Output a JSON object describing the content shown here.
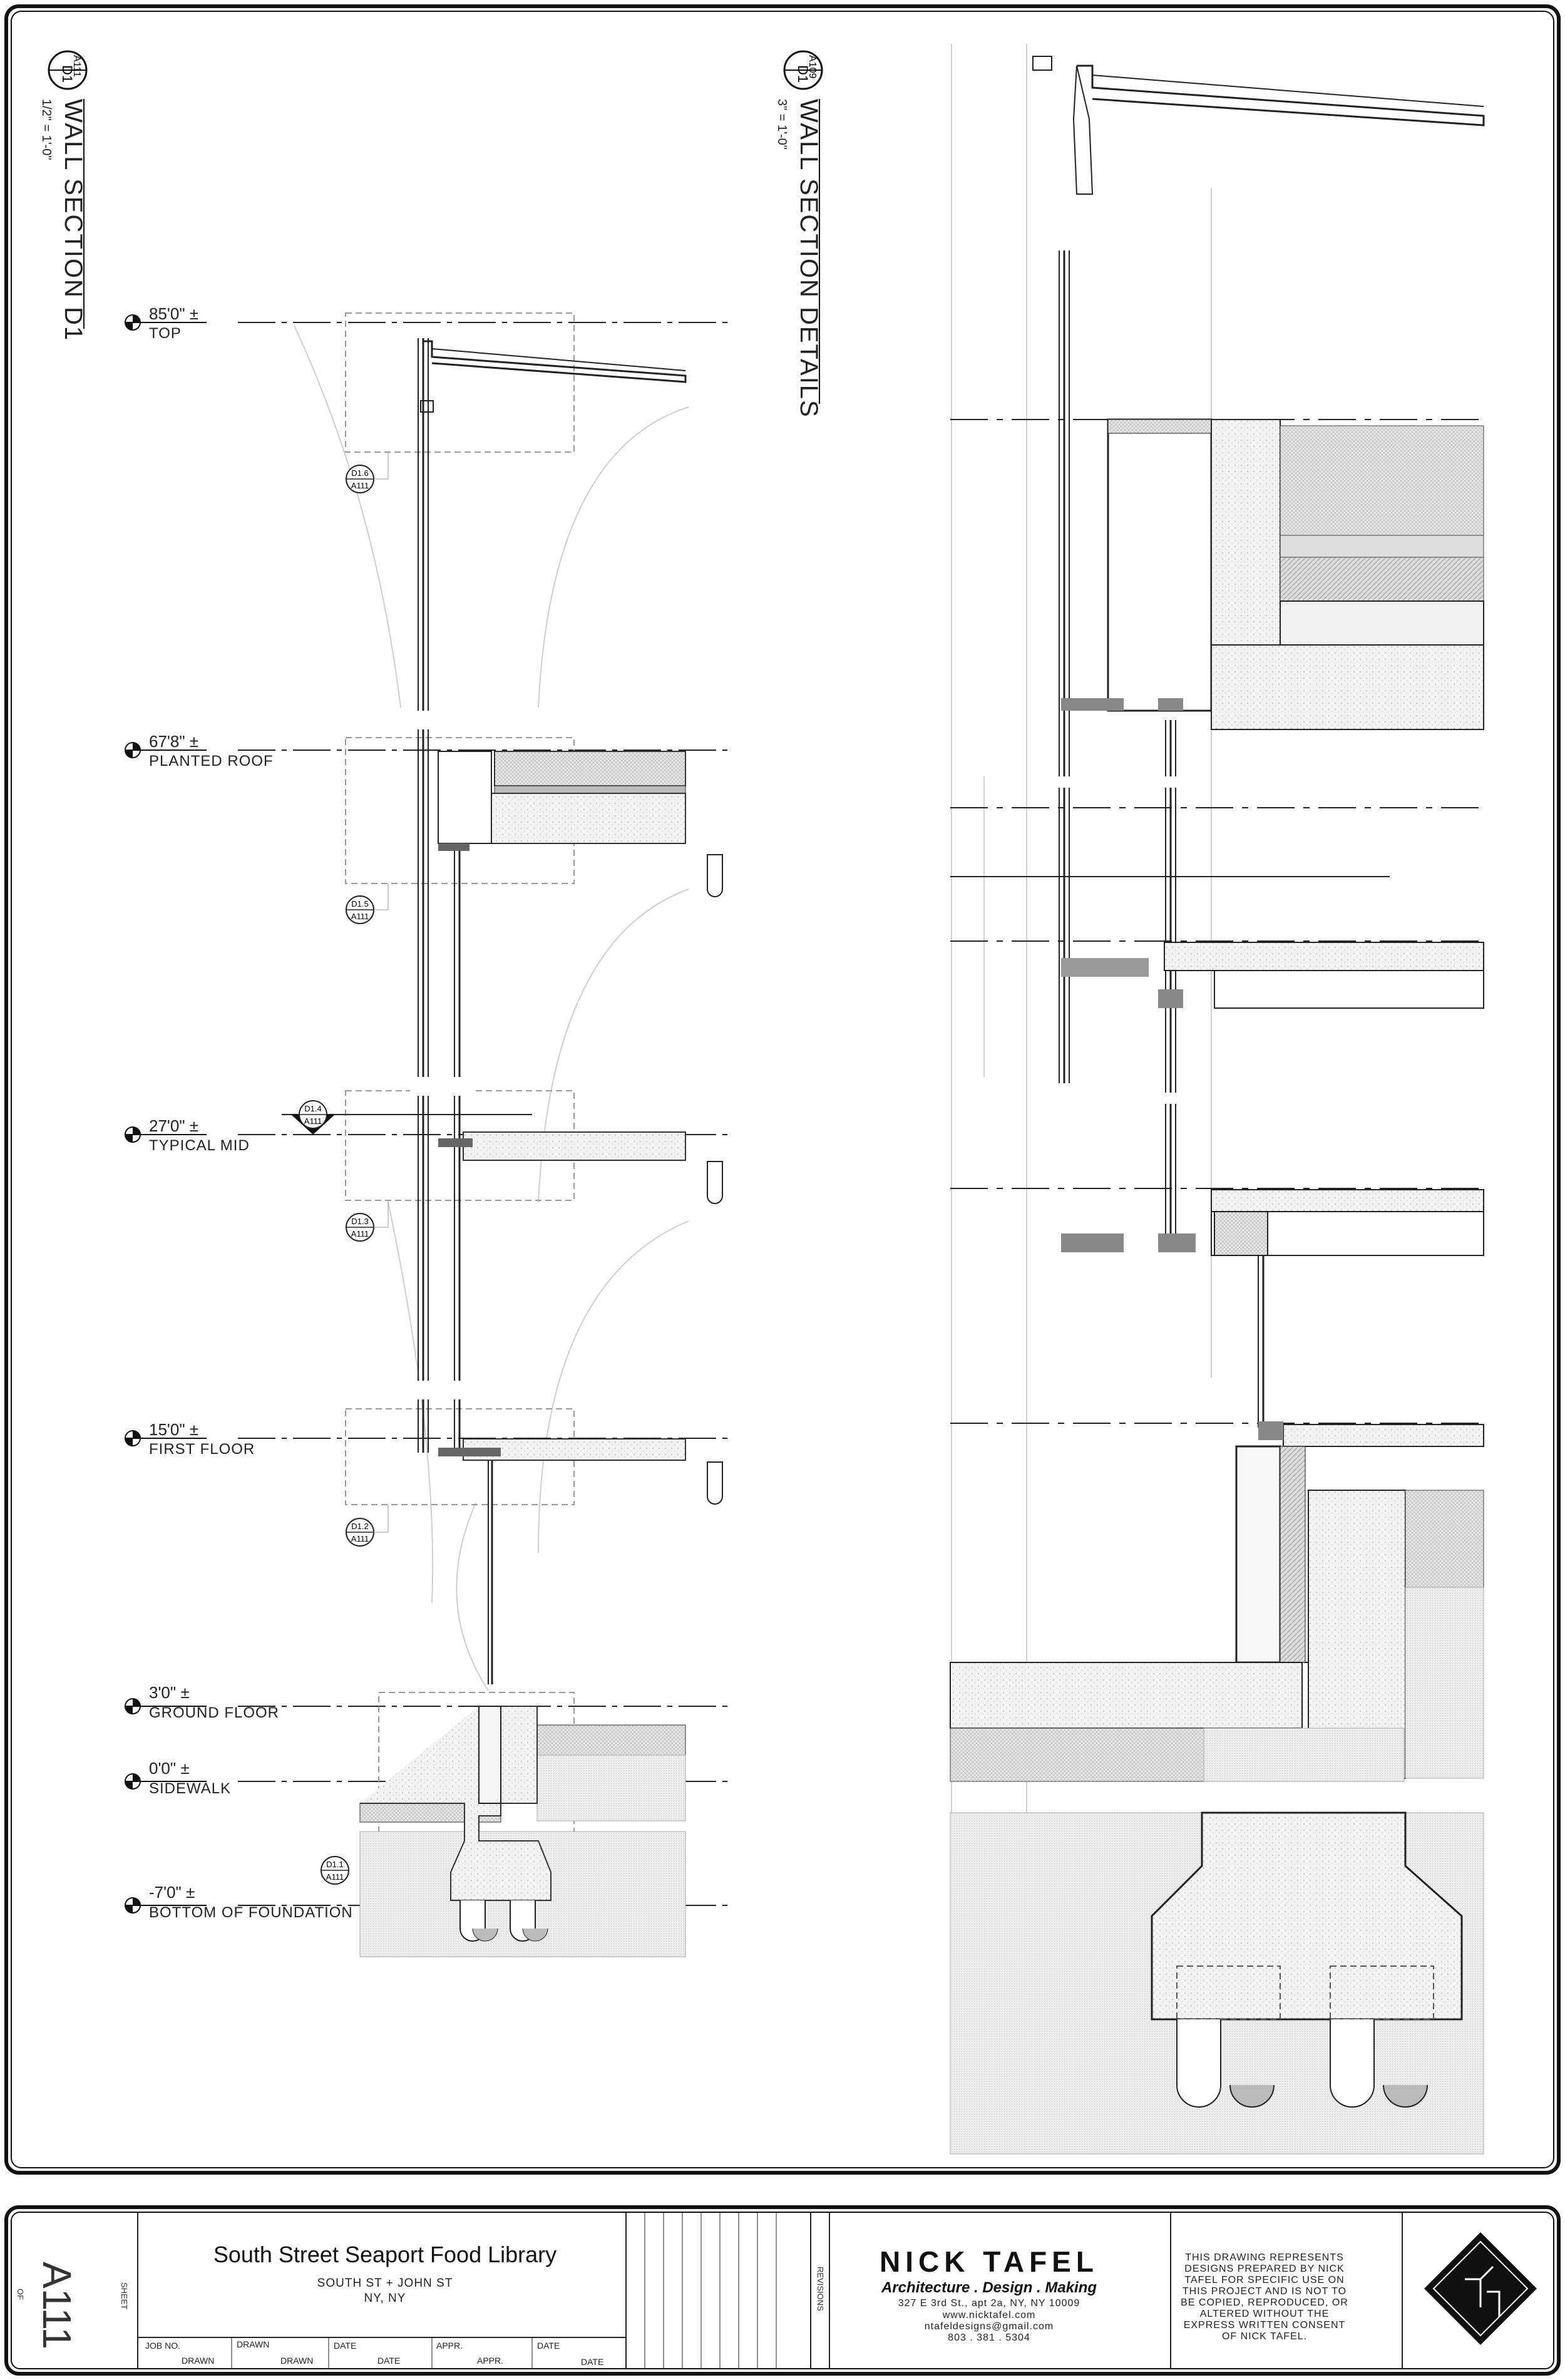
{
  "drawing_left": {
    "callout_number": "D1",
    "callout_sheet": "A111",
    "title": "WALL SECTION D1",
    "scale": "1/2\" = 1'-0\""
  },
  "drawing_right": {
    "callout_number": "D1",
    "callout_sheet": "A109",
    "title": "WALL SECTION DETAILS",
    "scale": "3\" = 1'-0\""
  },
  "levels": [
    {
      "elevation": "85'0\" ±",
      "name": "TOP"
    },
    {
      "elevation": "67'8\" ±",
      "name": "PLANTED ROOF"
    },
    {
      "elevation": "27'0\" ±",
      "name": "TYPICAL MID"
    },
    {
      "elevation": "15'0\" ±",
      "name": "FIRST FLOOR"
    },
    {
      "elevation": "3'0\" ±",
      "name": "GROUND FLOOR"
    },
    {
      "elevation": "0'0\" ±",
      "name": "SIDEWALK"
    },
    {
      "elevation": "-7'0\" ±",
      "name": "BOTTOM OF FOUNDATION"
    }
  ],
  "detail_tags": [
    {
      "number": "D1.6",
      "sheet": "A111"
    },
    {
      "number": "D1.5",
      "sheet": "A111"
    },
    {
      "number": "D1.4",
      "sheet": "A111"
    },
    {
      "number": "D1.3",
      "sheet": "A111"
    },
    {
      "number": "D1.2",
      "sheet": "A111"
    },
    {
      "number": "D1.1",
      "sheet": "A111"
    }
  ],
  "title_block": {
    "sheet_number": "A111",
    "sheet_label": "SHEET",
    "of_label": "OF",
    "project_title": "South Street Seaport Food Library",
    "project_address_1": "SOUTH ST + JOHN ST",
    "project_address_2": "NY, NY",
    "revisions_label": "REVISIONS",
    "fields": [
      {
        "label": "JOB NO.",
        "value": "DRAWN"
      },
      {
        "label": "DRAWN",
        "value": "DRAWN"
      },
      {
        "label": "DATE",
        "value": "DATE"
      },
      {
        "label": "APPR.",
        "value": "APPR."
      },
      {
        "label": "DATE",
        "value": "DATE"
      }
    ],
    "firm_name": "NICK TAFEL",
    "firm_tagline": "Architecture . Design . Making",
    "firm_address": "327 E 3rd St., apt 2a, NY, NY 10009",
    "firm_web": "www.nicktafel.com",
    "firm_email": "ntafeldesigns@gmail.com",
    "firm_phone": "803 . 381 . 5304",
    "disclaimer": "THIS DRAWING REPRESENTS DESIGNS PREPARED BY NICK TAFEL FOR SPECIFIC USE ON THIS PROJECT AND IS NOT TO BE COPIED, REPRODUCED, OR ALTERED WITHOUT THE EXPRESS WRITTEN CONSENT OF NICK TAFEL."
  }
}
